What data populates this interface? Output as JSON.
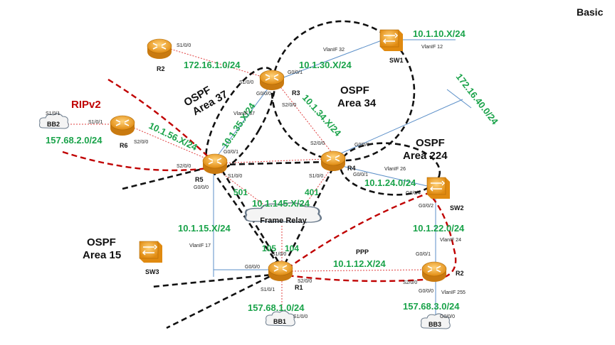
{
  "title": "Basic",
  "protocols": {
    "ripv2": "RIPv2",
    "ospf_area37": [
      "OSPF",
      "Area 37"
    ],
    "ospf_area34": [
      "OSPF",
      "Area 34"
    ],
    "ospf_area224": [
      "OSPF",
      "Area 224"
    ],
    "ospf_area15": [
      "OSPF",
      "Area 15"
    ]
  },
  "devices": {
    "r1": "R1",
    "r2_left": "R2",
    "r2_right": "R2",
    "r3": "R3",
    "r4": "R4",
    "r5": "R5",
    "r6": "R6",
    "sw1": "SW1",
    "sw2": "SW2",
    "sw3": "SW3",
    "bb1": "BB1",
    "bb2": "BB2",
    "bb3": "BB3"
  },
  "frame_relay": "Frame Relay",
  "ppp": "PPP",
  "networks": {
    "n172_16_1": "172.16.1.0/24",
    "n10_1_30": "10.1.30.X/24",
    "n10_1_10": "10.1.10.X/24",
    "n172_16_40": "172.16.40.0/24",
    "n10_1_35": "10.1.35.X/24",
    "n10_1_34": "10.1.34.X/24",
    "n10_1_56": "10.1.56.X/24",
    "n157_68_2": "157.68.2.0/24",
    "n10_1_24": "10.1.24.0/24",
    "n10_1_145": "10.1.145.X/24",
    "n10_1_15": "10.1.15.X/24",
    "n10_1_22": "10.1.22.0/24",
    "n10_1_12": "10.1.12.X/24",
    "n157_68_1": "157.68.1.0/24",
    "n157_68_3": "157.68.3.0/24"
  },
  "dlci": {
    "d501": "501",
    "d401": "401",
    "d105": "105",
    "d104": "104"
  },
  "ports": {
    "r2l_s100": "S1/0/0",
    "r3_g001": "G0/0/1",
    "r3_s100": "S1/0/0",
    "r3_g000": "G0/0/0",
    "r3_s200": "S2/0/0",
    "vlan32": "VlanIF 32",
    "vlan12": "VlanIF 12",
    "vlan37": "VlanIF 37",
    "bb2_s101": "S1/0/1",
    "r6_s101": "S1/0/1",
    "r6_s200": "S2/0/0",
    "r5_g001": "G0/0/1",
    "r5_s200": "S2/0/0",
    "r5_s100": "S1/0/0",
    "r5_g000": "G0/0/0",
    "r4_s200": "S2/0/0",
    "r4_g000": "G0/0/0",
    "r4_g001": "G0/0/1",
    "r4_s100": "S1/0/0",
    "vlan26": "VlanIF 26",
    "sw2_g004": "G0/0/4",
    "sw2_g002": "G0/0/2",
    "vlan24": "VlanIF 24",
    "r1_s100": "S1/0/0",
    "r1_g000": "G0/0/0",
    "r1_s101": "S1/0/1",
    "r1_s200": "S2/0/0",
    "vlan17": "VlanIF 17",
    "r2r_g001": "G0/0/1",
    "r2r_s200": "S2/0/0",
    "r2r_g000": "G0/0/0",
    "vlan255": "VlanIF 255",
    "bb1_s100": "S1/0/0",
    "bb3_g000": "G0/0/0"
  },
  "colors": {
    "network_label": "#1aa34a",
    "rip": "#c00000",
    "device": "#f0a020",
    "serial_link": "#e04040",
    "ethernet_link": "#5b8fc8"
  }
}
